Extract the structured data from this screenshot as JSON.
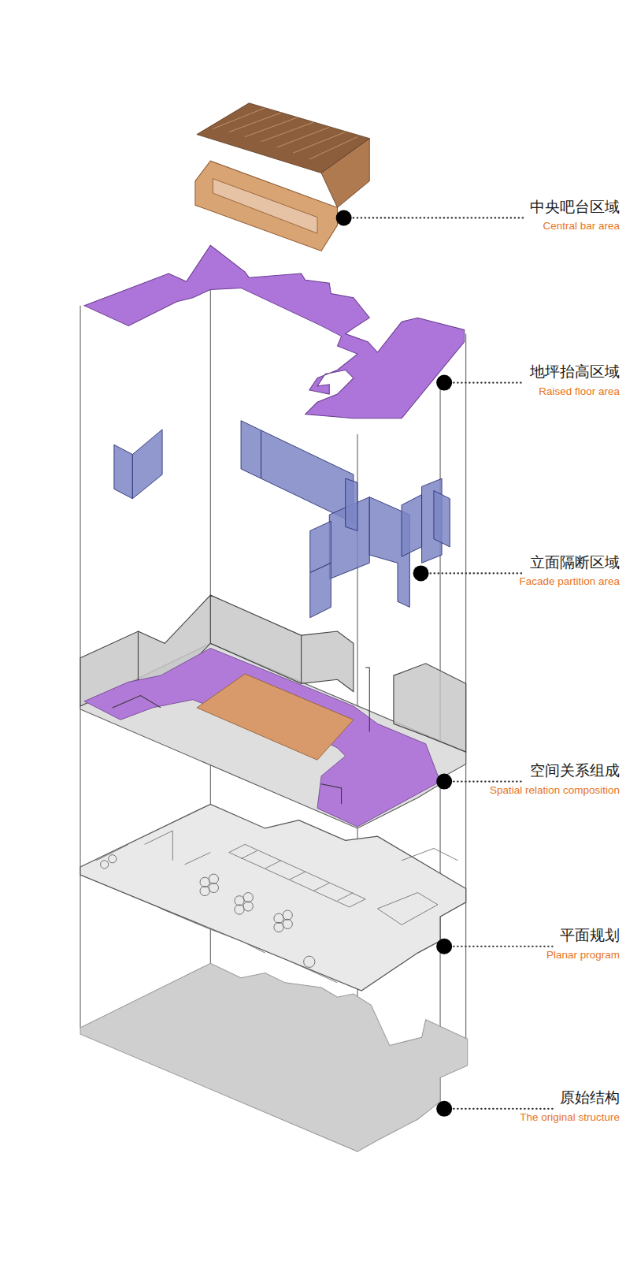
{
  "diagram": {
    "labels": [
      "中央吧台区域",
      "Central bar area",
      "地坪抬高区域",
      "Raised floor area",
      "立面隔断区域",
      "Facade partition area",
      "空间关系组成",
      "Spatial relation composition",
      "平面规划",
      "Planar program",
      "原始结构",
      "The original structure"
    ]
  }
}
